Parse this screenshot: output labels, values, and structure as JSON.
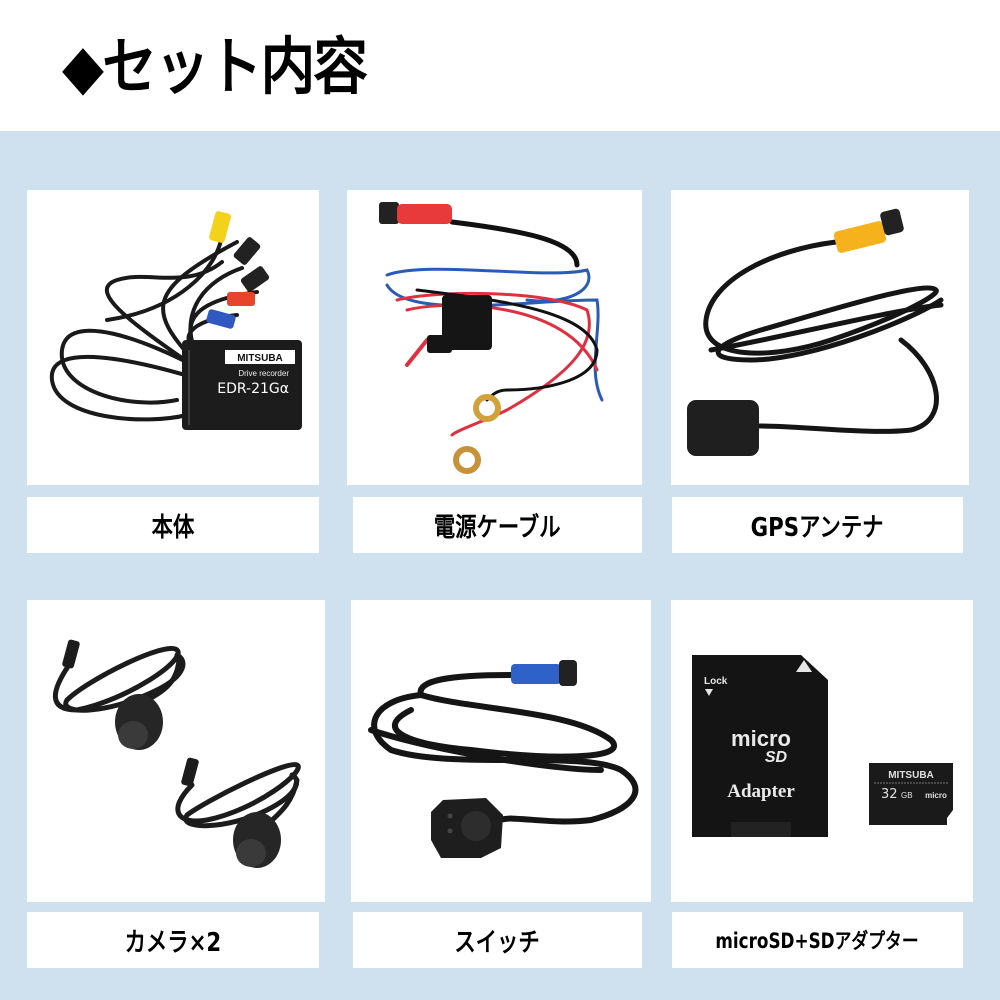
{
  "header": {
    "title": "◆セット内容"
  },
  "colors": {
    "background": "#cfe0ee",
    "panel": "#ffffff",
    "text": "#000000"
  },
  "items": [
    {
      "label": "本体",
      "image": "drive-recorder-unit",
      "image_text": {
        "brand": "MITSUBA",
        "product": "Drive recorder",
        "model": "EDR-21Gα"
      },
      "connector_colors": [
        "#f2d21b",
        "#222222",
        "#222222",
        "#e8432b",
        "#2f59c0"
      ]
    },
    {
      "label": "電源ケーブル",
      "image": "power-cable",
      "connector_colors": [
        "#e83a3a"
      ]
    },
    {
      "label": "GPSアンテナ",
      "image": "gps-antenna",
      "connector_colors": [
        "#f6b21c"
      ]
    },
    {
      "label": "カメラ×2",
      "image": "cameras"
    },
    {
      "label": "スイッチ",
      "image": "switch",
      "connector_colors": [
        "#2f62c8"
      ]
    },
    {
      "label": "microSD+SDアダプター",
      "image": "microsd-and-adapter",
      "image_text": {
        "lock": "Lock",
        "micro": "micro",
        "sd": "SD",
        "adapter": "Adapter",
        "card_brand": "MITSUBA",
        "capacity": "32",
        "unit": "GB"
      }
    }
  ]
}
